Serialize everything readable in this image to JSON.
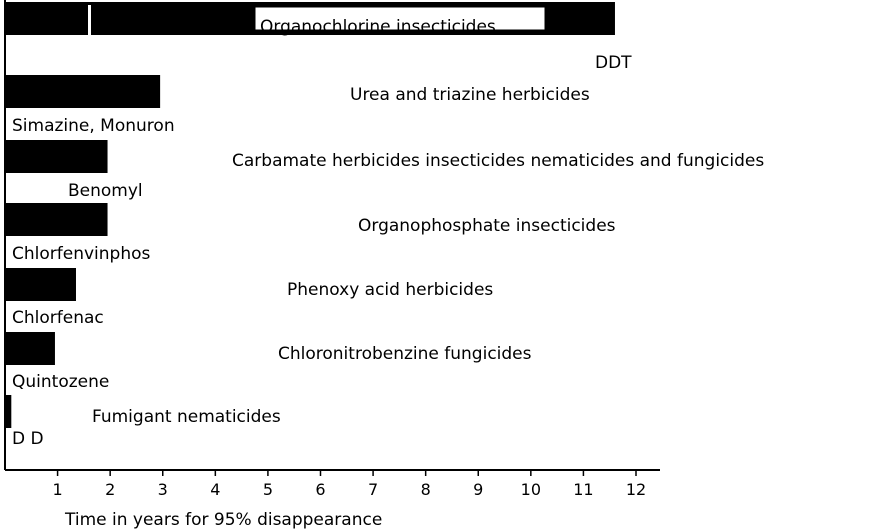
{
  "chart_data": {
    "type": "bar",
    "orientation": "horizontal",
    "xlabel": "Time in years for 95% disappearance",
    "xlim": [
      0,
      12
    ],
    "xticks": [
      "1",
      "2",
      "3",
      "4",
      "5",
      "6",
      "7",
      "8",
      "9",
      "10",
      "11",
      "12"
    ],
    "grid": false,
    "categories": [
      {
        "class": "Organochlorine insecticides",
        "compound": "DDT",
        "value": 11.6
      },
      {
        "class": "Urea and triazine herbicides",
        "compound": "Simazine, Monuron",
        "value": 2.95
      },
      {
        "class": "Carbamate herbicides  insecticides  nematicides and fungicides",
        "compound": "Benomyl",
        "value": 1.95
      },
      {
        "class": "Organophosphate insecticides",
        "compound": "Chlorfenvinphos",
        "value": 1.95
      },
      {
        "class": "Phenoxy acid herbicides",
        "compound": "Chlorfenac",
        "value": 1.35
      },
      {
        "class": "Chloronitrobenzine fungicides",
        "compound": "Quintozene",
        "value": 0.95
      },
      {
        "class": "Fumigant  nematicides",
        "compound": "D D",
        "value": 0.12
      }
    ]
  }
}
